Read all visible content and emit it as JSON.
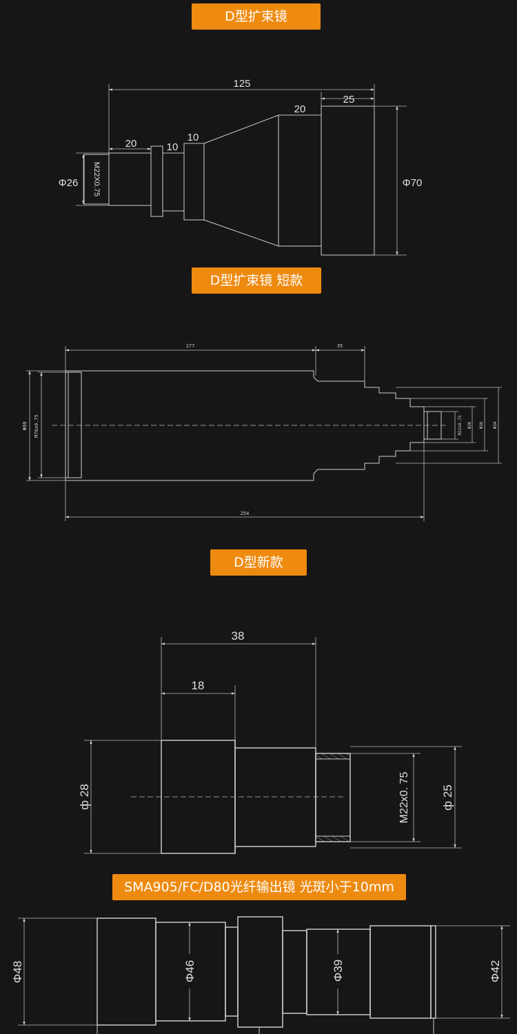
{
  "sections": {
    "s1": {
      "title": "D型扩束镜"
    },
    "s2": {
      "title": "D型扩束镜 短款"
    },
    "s3": {
      "title": "D型新款"
    },
    "s4": {
      "title": "SMA905/FC/D80光纤输出镜 光斑小于10mm"
    }
  },
  "drawing1": {
    "dims": {
      "overall": "125",
      "rear": "25",
      "cone": "20",
      "thread_len": "20",
      "neck": "10",
      "collar": "10"
    },
    "diameters": {
      "thread_dia": "Φ26",
      "thread": "M22X0.75",
      "body": "Φ70"
    }
  },
  "drawing2": {
    "dims": {
      "top_len": "177",
      "step_len": "35",
      "total": "254"
    },
    "diameters": {
      "outer": "Φ80",
      "inner_thread": "M76x0.75",
      "small_thread": "M22x0.75",
      "d26": "Φ26",
      "d36": "Φ36",
      "d54": "Φ54"
    }
  },
  "drawing3": {
    "dims": {
      "total": "38",
      "head": "18"
    },
    "diameters": {
      "d28": "ф 28",
      "thread": "M22x0. 75",
      "d25": "ф 25"
    }
  },
  "drawing4": {
    "diameters": {
      "d48": "Φ48",
      "d46": "Φ46",
      "d39": "Φ39",
      "d42": "Φ42"
    }
  },
  "colors": {
    "background": "#161616",
    "badge": "#ee8a10",
    "line": "#cfcfcf"
  }
}
